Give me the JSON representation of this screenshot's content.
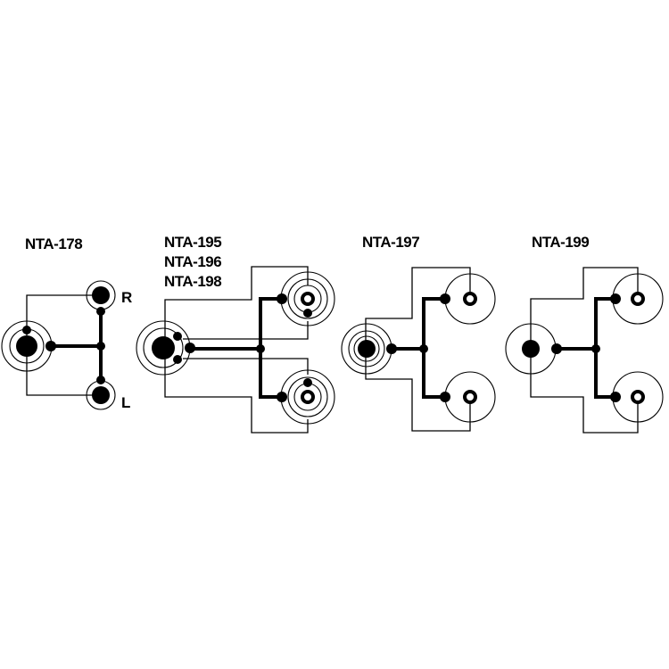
{
  "title": "Adapter wiring diagrams",
  "diagrams": [
    {
      "labels": [
        "NTA-178"
      ],
      "channel_right": "R",
      "channel_left": "L"
    },
    {
      "labels": [
        "NTA-195",
        "NTA-196",
        "NTA-198"
      ]
    },
    {
      "labels": [
        "NTA-197"
      ]
    },
    {
      "labels": [
        "NTA-199"
      ]
    }
  ]
}
